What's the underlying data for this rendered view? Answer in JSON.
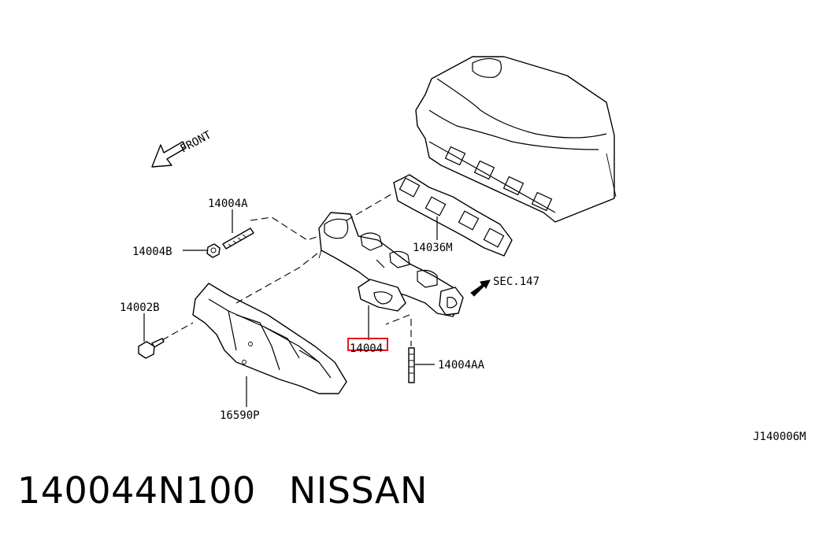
{
  "direction_label": "FRONT",
  "drawing_code": "J140006M",
  "highlight_color": "#e8141c",
  "parts": {
    "stud_a": "14004A",
    "nut_b": "14004B",
    "gasket": "14036M",
    "section_ref": "SEC.147",
    "bolt": "14002B",
    "manifold": "14004",
    "stud_aa": "14004AA",
    "heat_shield": "16590P"
  },
  "footer": {
    "part_number": "140044N100",
    "brand": "NISSAN"
  }
}
